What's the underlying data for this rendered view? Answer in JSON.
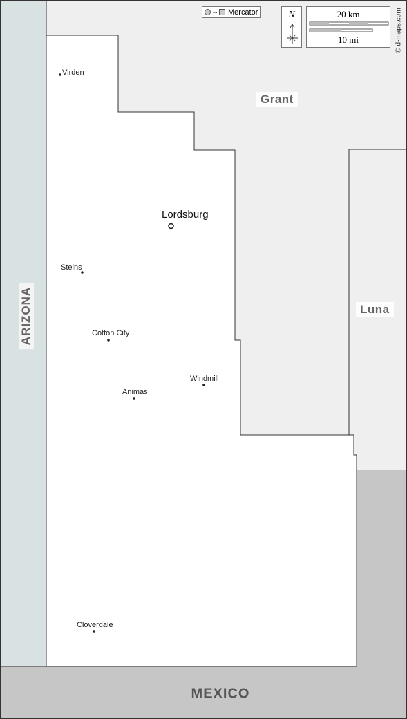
{
  "projection": {
    "label": "Mercator"
  },
  "north": {
    "label": "N"
  },
  "scale": {
    "km_label": "20 km",
    "mi_label": "10 mi"
  },
  "credit": "© d-maps.com",
  "regions": {
    "grant": "Grant",
    "luna": "Luna",
    "arizona": "ARIZONA",
    "mexico": "MEXICO"
  },
  "places": {
    "virden": "Virden",
    "lordsburg": "Lordsburg",
    "steins": "Steins",
    "cotton_city": "Cotton City",
    "windmill": "Windmill",
    "animas": "Animas",
    "cloverdale": "Cloverdale"
  },
  "colors": {
    "county_fill": "#ffffff",
    "neighbor_fill": "#efefef",
    "arizona_fill": "#d8e2e2",
    "mexico_fill": "#c6c6c6",
    "border": "#333333"
  }
}
